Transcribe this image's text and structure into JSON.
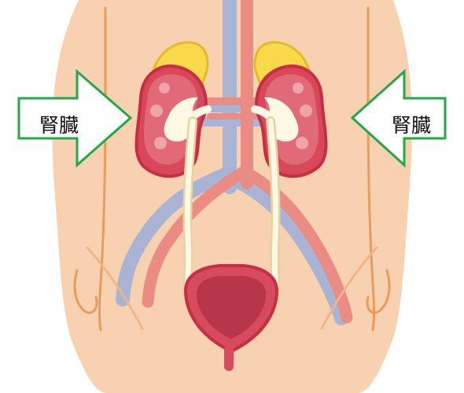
{
  "labels": {
    "left_arrow": "腎臓",
    "right_arrow": "腎臓"
  },
  "icons": {
    "illustration": "urinary-system-illustration",
    "left_arrow": "arrow-right-icon",
    "right_arrow": "arrow-left-icon"
  },
  "colors": {
    "skin": "#F8D2B0",
    "skin_outline": "#EDB688",
    "body_line": "#E99B5C",
    "kidney": "#D8485A",
    "kidney_dark": "#C72E43",
    "kidney_inner": "#E06A77",
    "adrenal": "#F8D949",
    "adrenal_outline": "#E4BA2C",
    "vein": "#A9B3D4",
    "artery": "#EB8C84",
    "ureter": "#FFF8E5",
    "ureter_outline": "#E7D2A1",
    "bladder": "#D84A5E",
    "bladder_inner": "#B8354A",
    "arrow_fill": "#FFFFFF",
    "arrow_stroke": "#22A84A"
  }
}
